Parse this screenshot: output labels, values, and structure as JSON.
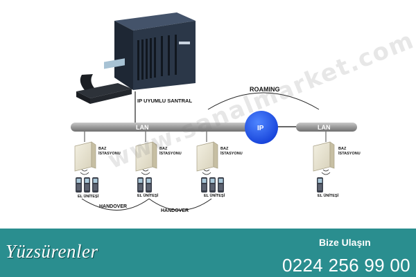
{
  "diagram": {
    "pbx_label": "IP UYUMLU SANTRAL",
    "roaming_label": "ROAMING",
    "lan_left_label": "LAN",
    "lan_right_label": "LAN",
    "ip_label": "IP",
    "base_stations": [
      {
        "line1": "BAZ",
        "line2": "İSTASYONU"
      },
      {
        "line1": "BAZ",
        "line2": "İSTASYONU"
      },
      {
        "line1": "BAZ",
        "line2": "İSTASYONU"
      },
      {
        "line1": "BAZ",
        "line2": "İSTASYONU"
      }
    ],
    "handset_labels": [
      "EL ÜNİTEŞİ",
      "EL ÜNİTEŞİ",
      "EL ÜNİTEŞİ",
      "EL ÜNİTEŞİ"
    ],
    "handover_labels": [
      "HANDOVER",
      "HANDOVER"
    ]
  },
  "watermark": "www.sanalmarket.com",
  "footer": {
    "brand": "Yüzsürenler",
    "contact_label": "Bize Ulaşın",
    "phone": "0224 256 99 00"
  },
  "colors": {
    "footer_bg": "#2a8e8f",
    "ip_circle": "#1f5ff0",
    "lan_bar": "#9d9d9d",
    "pbx_body": "#2b3748"
  }
}
